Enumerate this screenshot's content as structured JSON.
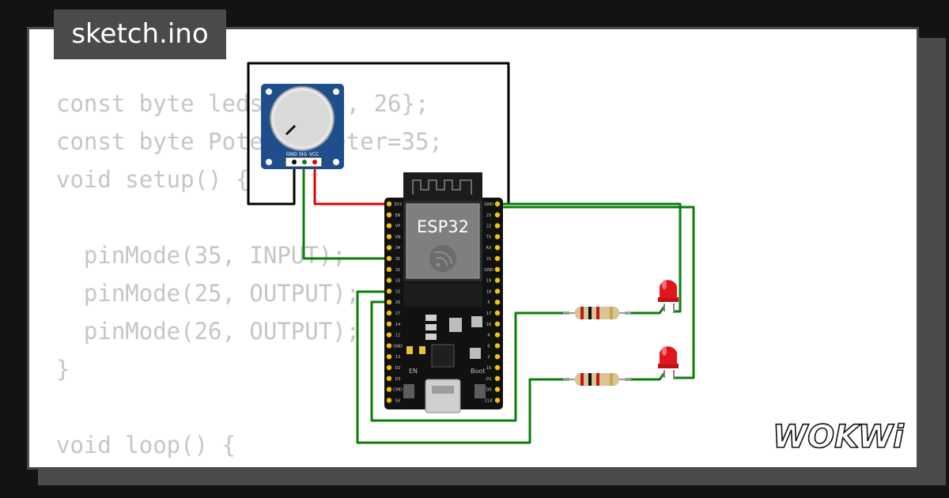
{
  "file_tab": {
    "label": "sketch.ino"
  },
  "code_lines": [
    "const byte leds[]={25, 26};",
    "const byte Potentiometer=35;",
    "void setup() {",
    "",
    "  pinMode(35, INPUT);",
    "  pinMode(25, OUTPUT);",
    "  pinMode(26, OUTPUT);",
    "}",
    "",
    "void loop() {"
  ],
  "potentiometer": {
    "pin_labels": [
      "GND",
      "SIG",
      "VCC"
    ]
  },
  "esp32": {
    "chip_label": "ESP32",
    "left_pins": [
      "3V3",
      "EN",
      "VP",
      "VN",
      "34",
      "35",
      "32",
      "33",
      "25",
      "26",
      "27",
      "14",
      "12",
      "GND",
      "13",
      "D2",
      "D3",
      "CMD",
      "5V"
    ],
    "right_pins": [
      "GND",
      "23",
      "22",
      "TX",
      "RX",
      "21",
      "GND",
      "19",
      "18",
      "5",
      "17",
      "16",
      "4",
      "0",
      "2",
      "15",
      "D1",
      "D0",
      "CLK"
    ],
    "en_label": "EN",
    "boot_label": "Boot"
  },
  "brand": {
    "name": "WOKWi"
  },
  "colors": {
    "wire_green": "#0b7d0b",
    "wire_red": "#e00000",
    "wire_black": "#000000",
    "pot_blue": "#1e4f8c",
    "board_black": "#111111",
    "pin_yellow": "#f1c40f",
    "led_red": "#e0161c",
    "code_gray": "#c6c6c6"
  }
}
